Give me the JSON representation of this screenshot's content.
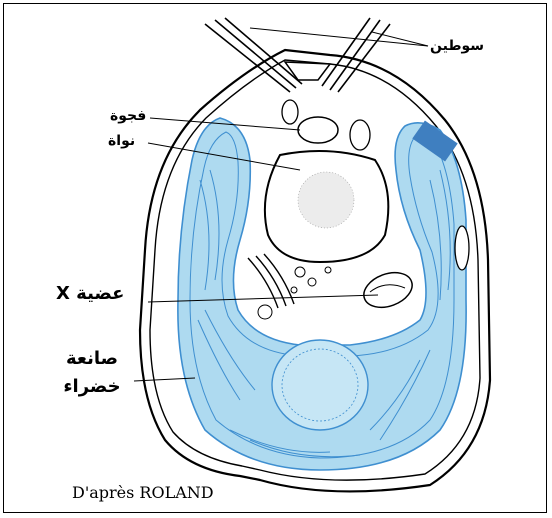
{
  "labels": {
    "cilia": "سوطين",
    "vacuole": "فجوة",
    "nucleus": "نواة",
    "organelle_x": "عضية X",
    "chloroplast_line1": "صانعة",
    "chloroplast_line2": "خضراء"
  },
  "credit": "D'après ROLAND",
  "colors": {
    "cytoplasm": "#aedaf0",
    "chloroplast": "#3f8fd0",
    "outline": "#000000"
  }
}
